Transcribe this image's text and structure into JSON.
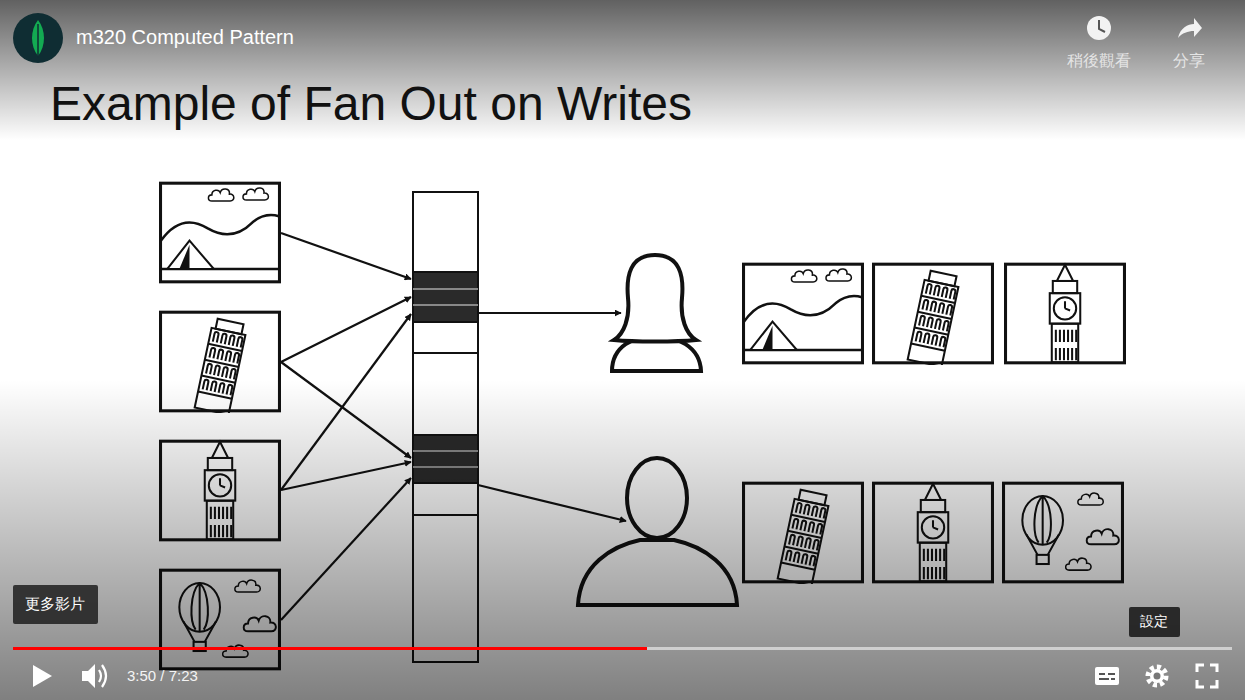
{
  "diagram": {
    "title": "Example of Fan Out on Writes",
    "nodes": [
      {
        "text": [
          "更多影片"
        ]
      },
      {
        "text": [
          "設定"
        ]
      }
    ],
    "labels": [
      "m320 Computed Pattern",
      "稍後觀看",
      "分享",
      "3:50 / 7:23"
    ]
  }
}
